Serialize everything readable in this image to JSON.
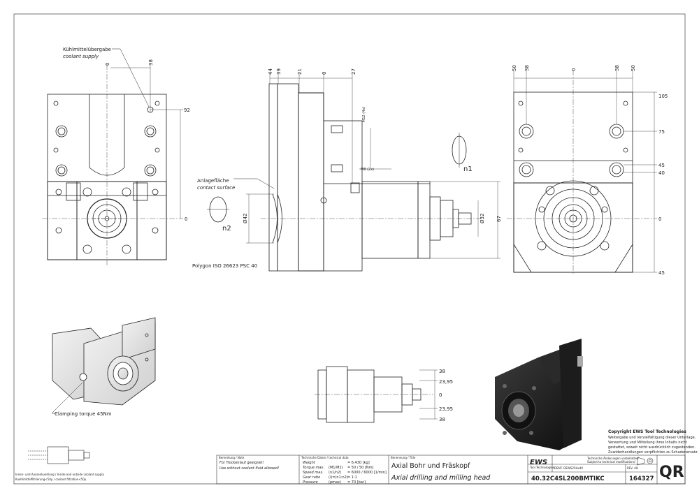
{
  "views": {
    "front": {
      "coolant_supply_de": "Kühlmittelübergabe",
      "coolant_supply_en": "coolant supply",
      "dims": {
        "zero_top": "0",
        "d38": "38",
        "d92": "92",
        "zero_right": "0"
      }
    },
    "side": {
      "dims_top": [
        "44",
        "39",
        "21",
        "0",
        "27"
      ],
      "thread_m12": "M12 (4x)",
      "thread_m8": "M8 (2x)",
      "contact_surface_de": "Anlagefläche",
      "contact_surface_en": "contact surface",
      "dia42": "Ø42",
      "dia32": "Ø32",
      "d67": "67",
      "n1": "n1",
      "n2": "n2",
      "polygon": "Polygon ISO 26623 PSC 40"
    },
    "rear": {
      "dims_top": [
        "50",
        "38",
        "0",
        "38",
        "50"
      ],
      "dims_right": [
        "105",
        "75",
        "45",
        "40",
        "0",
        "45"
      ]
    },
    "iso_left": {
      "clamping": "Clamping torque 45Nm"
    },
    "small_side": {
      "dims_right": [
        "38",
        "23,95",
        "0",
        "23,95",
        "38"
      ]
    },
    "coolant_note": {
      "line1": "Innen- und Aussenkuehlung / Inside and outside coolant supply",
      "line2": "Kuehlmittelfiltrierung<50µ / coolant filtration<50µ"
    }
  },
  "copyright": {
    "title": "Copyright EWS Tool Technologies",
    "line1": "Weitergabe und Vervielfältigung dieser Unterlage,",
    "line2": "Verwertung und Mitteilung ihres Inhalts nicht",
    "line3": "gestattet, soweit nicht ausdrücklich zugestanden.",
    "line4": "Zuwiderhandlungen verpflichten zu Schadenersatz."
  },
  "title_block": {
    "remark_header": "Bemerkung / Note",
    "remark_de": "Für Trockenlauf geeignet!",
    "remark_en": "Use without coolant fluid allowed!",
    "tech_header": "Technische Daten / technical data",
    "tech_rows": [
      {
        "label": "Weight",
        "unit": "",
        "value": "= 6.430 [kg]"
      },
      {
        "label": "Torque max.",
        "unit": "(M1/M2)",
        "value": "= 50 / 50 [Nm]"
      },
      {
        "label": "Speed max.",
        "unit": "(n1/n2)",
        "value": "= 6000 / 6000 [1/min]"
      },
      {
        "label": "Gear ratio",
        "unit": "(i)=(n1:n2)",
        "value": "= 1:1"
      },
      {
        "label": "Pressure",
        "unit": "(pmax)",
        "value": "= 70 [bar]"
      }
    ],
    "name_header": "Benennung / Title",
    "name_de": "Axial Bohr und Fräskopf",
    "name_en": "Axial drilling and milling head",
    "logo": "EWS",
    "logo_sub": "Tool Technologies",
    "change_note_1": "Technische Änderungen vorbehalten!",
    "change_note_2": "Subject to technical modifications!",
    "ident": "IDENT. DEWS25Hx40",
    "rev": "REV. r/B",
    "part_code": "40.32C4SL200BMTIKC",
    "part_no": "164327",
    "qr": "QR"
  }
}
